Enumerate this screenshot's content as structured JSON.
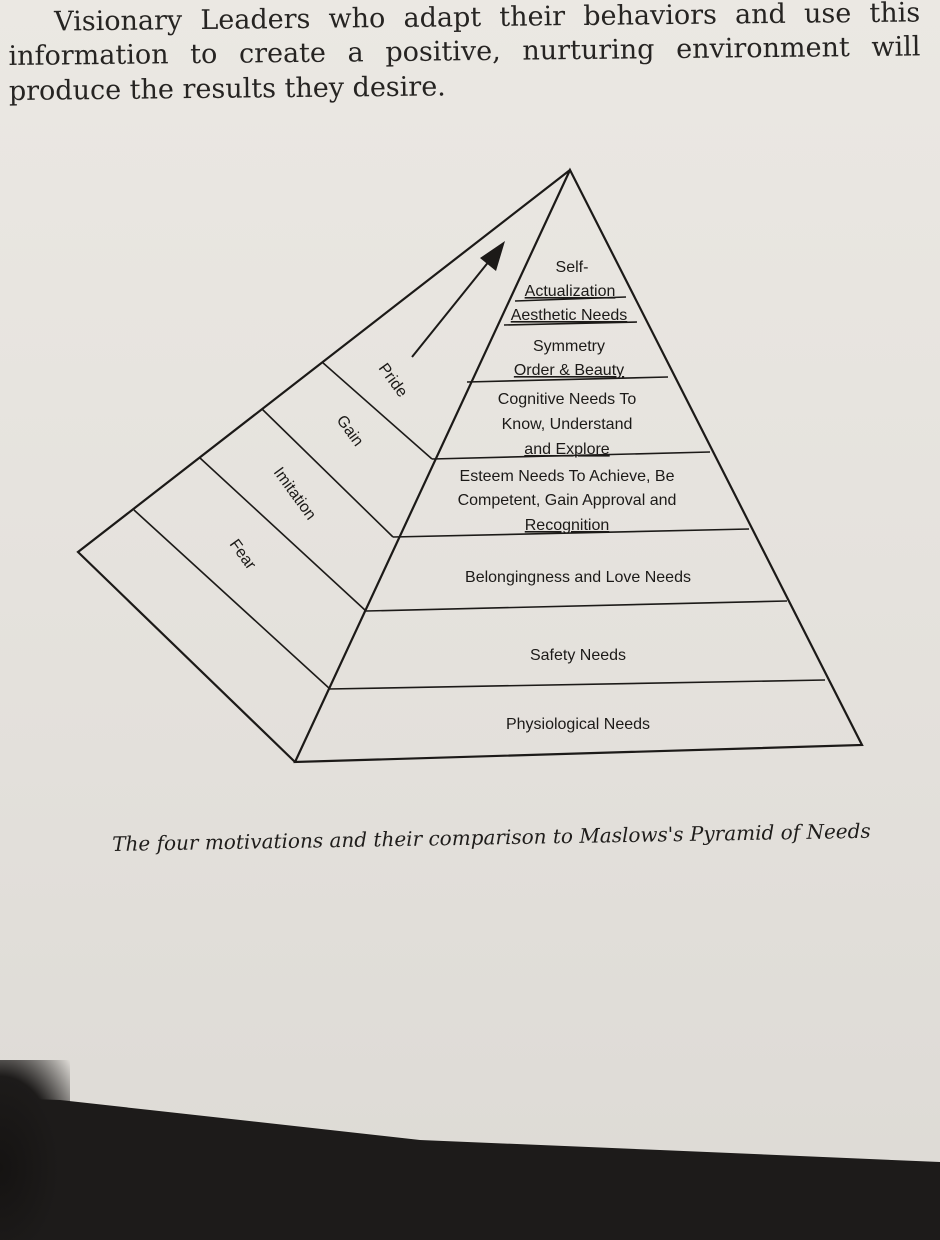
{
  "intro_text": "Visionary Leaders who adapt their behaviors and use this information to create a positive, nurturing environment will produce the results they desire.",
  "caption": "The four motivations and their comparison to Maslows's Pyramid of Needs",
  "pyramid_levels": {
    "self_actualization_1": "Self-",
    "self_actualization_2": "Actualization",
    "aesthetic_1": "Aesthetic Needs",
    "aesthetic_2": "Symmetry",
    "aesthetic_3": "Order & Beauty",
    "cognitive_1": "Cognitive Needs To",
    "cognitive_2": "Know, Understand",
    "cognitive_3": "and Explore",
    "esteem_1": "Esteem Needs To Achieve, Be",
    "esteem_2": "Competent, Gain Approval and",
    "esteem_3": "Recognition",
    "belongingness": "Belongingness and Love Needs",
    "safety": "Safety Needs",
    "physiological": "Physiological Needs"
  },
  "motivations": {
    "pride": "Pride",
    "gain": "Gain",
    "imitation": "Imitation",
    "fear": "Fear"
  }
}
